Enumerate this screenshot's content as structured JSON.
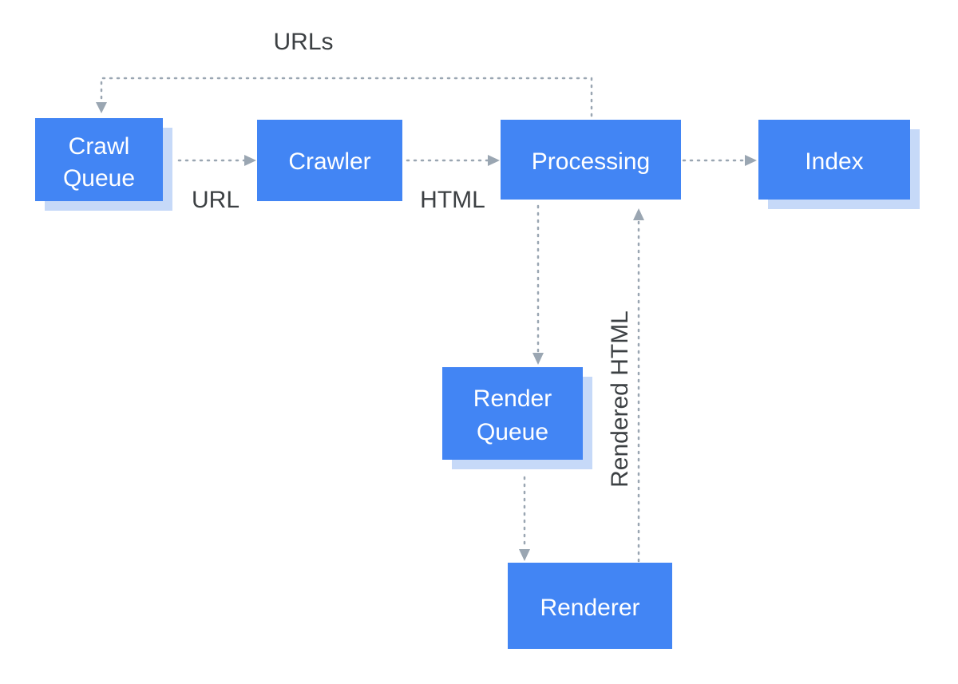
{
  "colors": {
    "node_fill": "#4285f4",
    "node_shadow": "#c6d9f8",
    "node_text": "#ffffff",
    "edge": "#9aa6b2",
    "label": "#3c4043"
  },
  "nodes": {
    "crawl_queue": {
      "line1": "Crawl",
      "line2": "Queue"
    },
    "crawler": {
      "label": "Crawler"
    },
    "processing": {
      "label": "Processing"
    },
    "index": {
      "label": "Index"
    },
    "render_queue": {
      "line1": "Render",
      "line2": "Queue"
    },
    "renderer": {
      "label": "Renderer"
    }
  },
  "edges": {
    "queue_to_crawler": "URL",
    "crawler_to_processing": "HTML",
    "processing_to_queue": "URLs",
    "renderer_to_processing": "Rendered HTML"
  }
}
